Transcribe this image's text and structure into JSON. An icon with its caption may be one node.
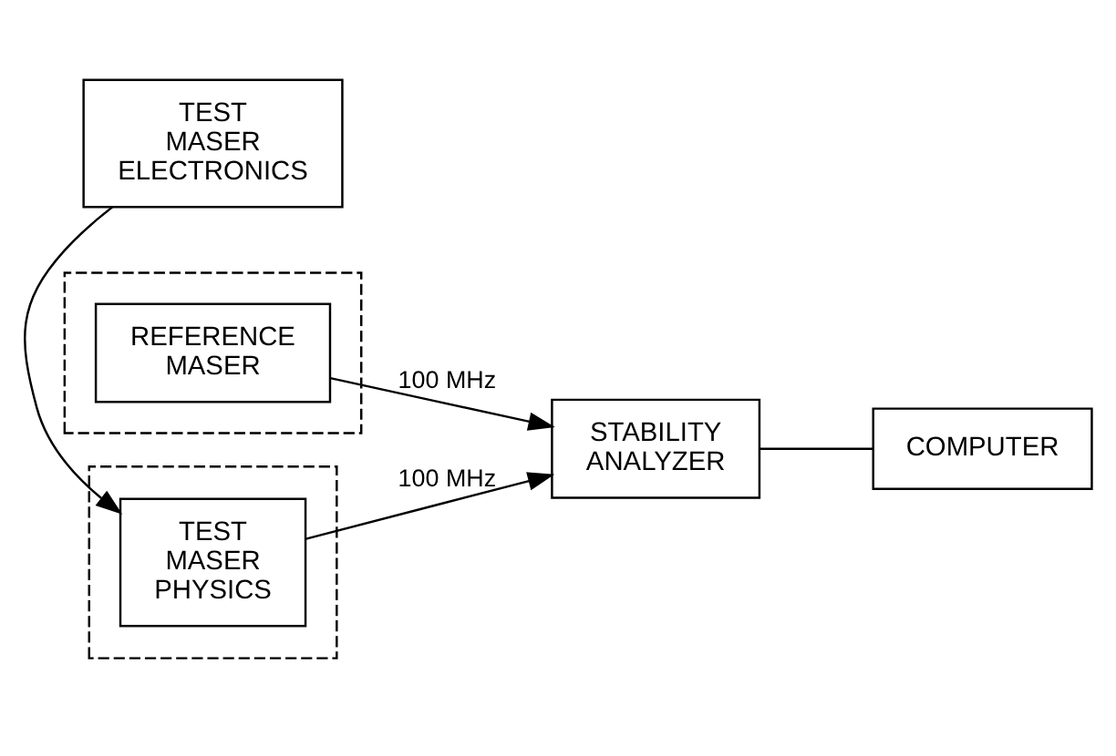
{
  "diagram": {
    "nodes": [
      {
        "text": [],
        "shape": "box"
      },
      {
        "text": [
          "REFERENCE MASER"
        ],
        "in": 0
      },
      {
        "text": [
          "STABILITY ANALYZER"
        ]
      },
      {
        "text": [
          "COMPUTER"
        ]
      },
      {
        "text": [],
        "shape": "box"
      },
      {
        "text": [
          "TEST MASER PHYSICS"
        ],
        "in": 4
      },
      {
        "text": [
          "TEST MASER ELECTRONICS"
        ]
      }
    ],
    "edges": [
      {
        "from": 1,
        "to": 2,
        "arrow": "to",
        "label": "100 MHz"
      },
      {
        "from": 2,
        "to": 3,
        "arrow": "none"
      },
      {
        "from": 5,
        "to": 2,
        "arrow": "to",
        "label": "100 MHz"
      },
      {
        "from": 6,
        "to": 5,
        "arrow": "to"
      }
    ]
  }
}
